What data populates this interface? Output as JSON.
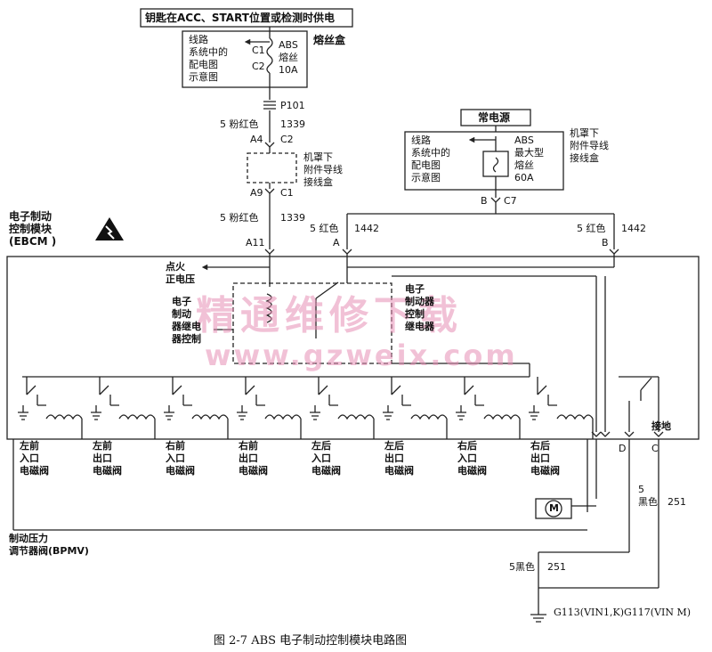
{
  "top_supply_label": "钥匙在ACC、START位置或检测时供电",
  "fuse_box": {
    "side_label": "线路\n系统中的\n配电图\n示意图",
    "pin_top": "C1",
    "pin_bottom": "C2",
    "fuse_label": "ABS\n熔丝\n10A",
    "title": "熔丝盒"
  },
  "connector_p101": "P101",
  "wire_top": {
    "gauge_color": "5 粉红色",
    "circuit": "1339",
    "pin_a": "A4",
    "pin_c": "C2"
  },
  "underhood_junction": {
    "label": "机罩下\n附件导线\n接线盒",
    "pin_a": "A9",
    "pin_c": "C1"
  },
  "wire_mid": {
    "gauge_color": "5 粉红色",
    "circuit": "1339",
    "pin": "A11"
  },
  "constant_power": {
    "title": "常电源",
    "side_label": "线路\n系统中的\n配电图\n示意图",
    "fuse_label": "ABS\n最大型\n熔丝\n60A",
    "box_label": "机罩下\n附件导线\n接线盒",
    "pin_b": "B",
    "pin_c7": "C7"
  },
  "wire_red_a": {
    "gauge_color": "5 红色",
    "circuit": "1442",
    "pin": "A"
  },
  "wire_red_b": {
    "gauge_color": "5 红色",
    "circuit": "1442",
    "pin": "B"
  },
  "ebcm_label": "电子制动\n控制模块\n(EBCM )",
  "ignition_label": "点火\n正电压",
  "relay_control_label": "电子\n制动\n器继电\n器控制",
  "relay_label": "电子\n制动器\n控制\n继电器",
  "valves": [
    {
      "label": "左前\n入口\n电磁阀"
    },
    {
      "label": "左前\n出口\n电磁阀"
    },
    {
      "label": "右前\n入口\n电磁阀"
    },
    {
      "label": "右前\n出口\n电磁阀"
    },
    {
      "label": "左后\n入口\n电磁阀"
    },
    {
      "label": "左后\n出口\n电磁阀"
    },
    {
      "label": "右后\n入口\n电磁阀"
    },
    {
      "label": "右后\n出口\n电磁阀"
    }
  ],
  "ground_label": "接地",
  "pin_d": "D",
  "pin_c": "C",
  "motor_symbol": "M",
  "bpmv_label": "制动压力\n调节器阀(BPMV)",
  "wire_black_c": {
    "gauge_color": "5\n黑色",
    "circuit": "251"
  },
  "wire_black_d": {
    "gauge_color": "5黑色",
    "circuit": "251"
  },
  "ground_ids": "G113(VIN1,K)G117(VIN M)",
  "watermark_cn": "精通维修下载",
  "watermark_url": "www.gzweix.com",
  "caption": "图 2-7    ABS 电子制动控制模块电路图",
  "colors": {
    "line": "#222222",
    "watermark": "#e78fb5"
  }
}
